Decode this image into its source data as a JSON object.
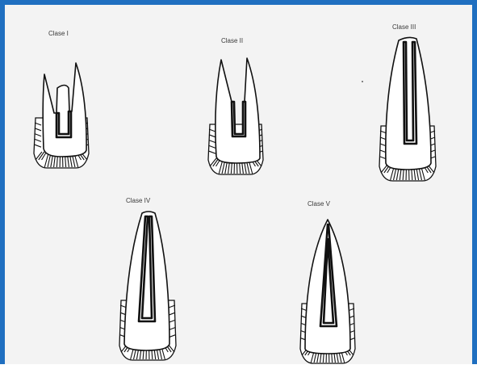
{
  "figure": {
    "frame_color": "#1f6fc0",
    "background_color": "#f3f3f3",
    "teeth": [
      {
        "label": "Clase I",
        "shape": "open-apex-wide"
      },
      {
        "label": "Clase II",
        "shape": "open-apex-narrow"
      },
      {
        "label": "Clase III",
        "shape": "parallel-walls"
      },
      {
        "label": "Clase IV",
        "shape": "long-root-converging"
      },
      {
        "label": "Clase V",
        "shape": "closed-apex"
      }
    ]
  }
}
